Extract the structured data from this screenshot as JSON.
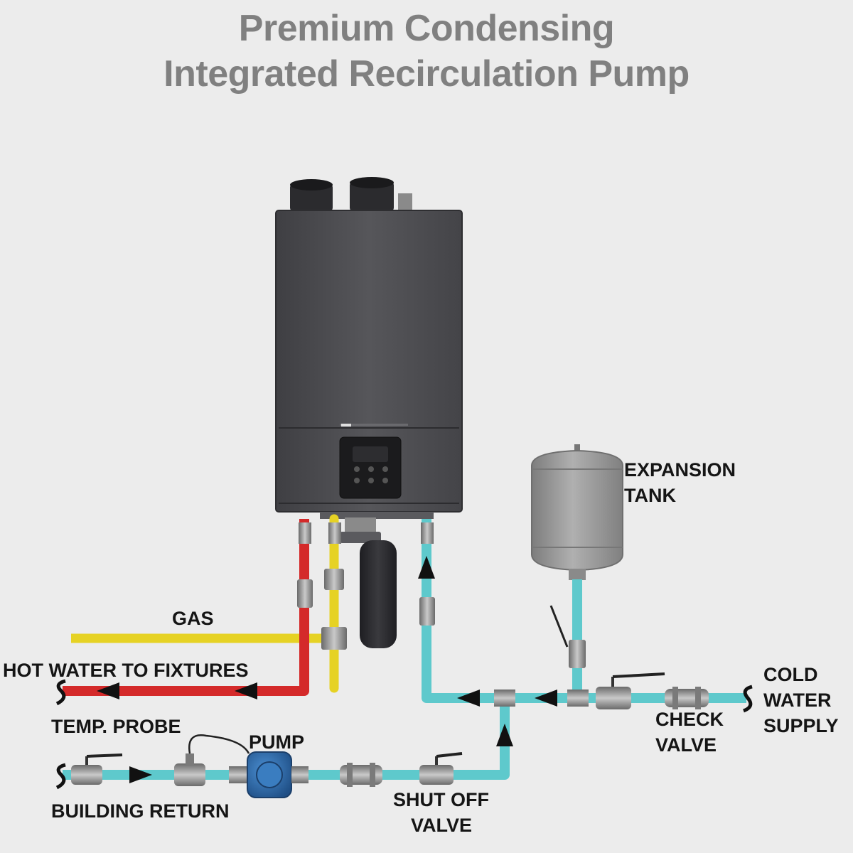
{
  "title": {
    "line1": "Premium Condensing",
    "line2": "Integrated Recirculation Pump"
  },
  "labels": {
    "gas": "GAS",
    "hot_water": "HOT WATER TO FIXTURES",
    "temp_probe": "TEMP. PROBE",
    "pump": "PUMP",
    "building_return": "BUILDING RETURN",
    "shut_off_line1": "SHUT OFF",
    "shut_off_line2": "VALVE",
    "check_line1": "CHECK",
    "check_line2": "VALVE",
    "cold_line1": "COLD",
    "cold_line2": "WATER",
    "cold_line3": "SUPPLY",
    "expansion_line1": "EXPANSION",
    "expansion_line2": "TANK"
  },
  "colors": {
    "hot_pipe": "#d42a2a",
    "cold_pipe": "#5ec9cc",
    "gas_pipe": "#e6d224",
    "heater_body": "#4e4e52",
    "tank": "#9a9a9a",
    "pump": "#2f6fb0"
  }
}
